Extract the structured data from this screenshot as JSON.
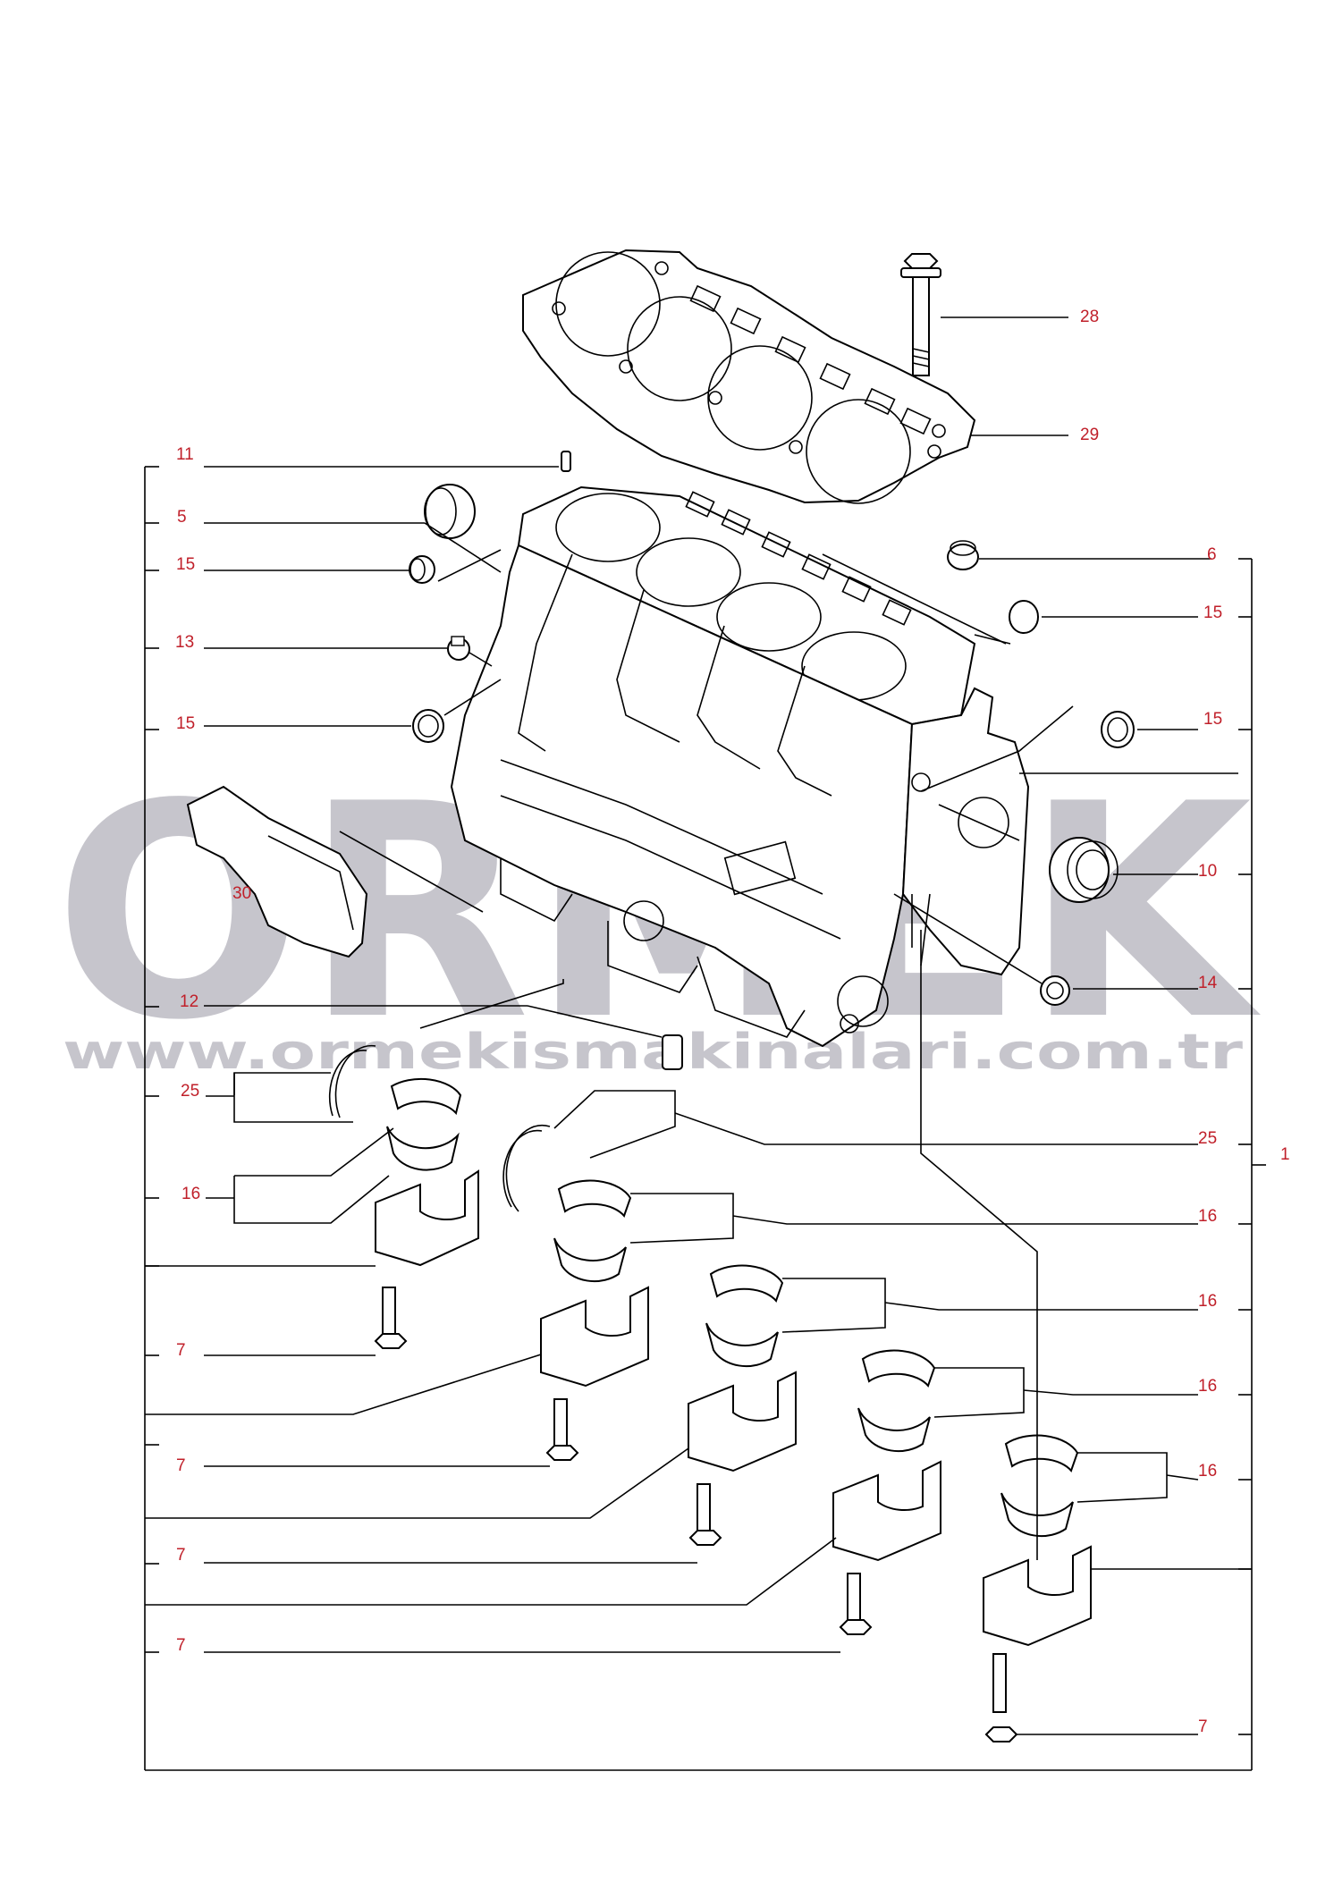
{
  "watermark": {
    "brand": "ORMEK",
    "url": "www.ormekismakinalari.com.tr",
    "brand_color": "#bdbcc4",
    "accent_color": "#f2c218"
  },
  "label_color": "#c0202a",
  "callouts": {
    "c11": "11",
    "c5": "5",
    "c15a": "15",
    "c13": "13",
    "c15b": "15",
    "c30": "30",
    "c12": "12",
    "c25a": "25",
    "c16a": "16",
    "c7a": "7",
    "c7b": "7",
    "c7c": "7",
    "c7d": "7",
    "c28": "28",
    "c29": "29",
    "c6": "6",
    "c15c": "15",
    "c15d": "15",
    "c10": "10",
    "c14": "14",
    "c25b": "25",
    "c1": "1",
    "c16b": "16",
    "c16c": "16",
    "c16d": "16",
    "c16e": "16",
    "c7e": "7"
  }
}
